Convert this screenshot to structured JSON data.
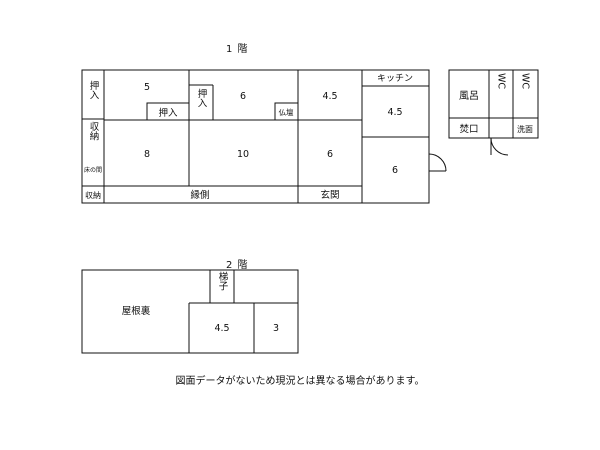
{
  "floor1": {
    "title": "1 階",
    "rooms": {
      "oshiire_a": "押入",
      "r5": "5",
      "oshiire_b": "押入",
      "oshiire_c": "押入",
      "r6a": "6",
      "butsudan": "仏壇",
      "r45a": "4.5",
      "kitchen": "キッチン",
      "r45b": "4.5",
      "shuno_a": "収納",
      "tokonoma": "床の間",
      "r8": "8",
      "r10": "10",
      "r6b": "6",
      "r6c": "6",
      "shuno_b": "収納",
      "engawa": "縁側",
      "genkan": "玄関",
      "furo": "風呂",
      "wc1": "WC",
      "wc2": "WC",
      "takiguchi": "焚口",
      "senmen": "洗面"
    }
  },
  "floor2": {
    "title": "2 階",
    "rooms": {
      "yaneura": "屋根裏",
      "hashigo": "梯子",
      "r45": "4.5",
      "r3": "3"
    }
  },
  "note": "図面データがないため現況とは異なる場合があります。"
}
